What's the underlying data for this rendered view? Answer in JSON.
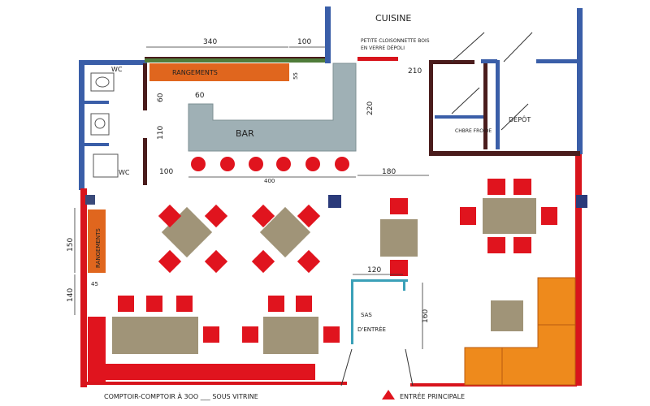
{
  "labels": {
    "cuisine": "CUISINE",
    "petite_cloison": "PETITE CLOISONNETTE BOIS",
    "petite_cloison_2": "EN VERRE DÉPOLI",
    "rangements_top": "RANGEMENTS",
    "rangements_left": "RANGEMENTS",
    "bar": "BAR",
    "wc_top": "WC",
    "wc_bottom": "WC",
    "chambre_froide": "CHBRE FROIDE",
    "depot": "DÉPÔT",
    "sas": "SAS",
    "sas_2": "D'ENTRÉE",
    "entree": "ENTRÉE PRINCIPALE",
    "comptoir": "COMPTOIR-COMPTOIR À 3OO ___ SOUS VITRINE"
  },
  "dimensions": {
    "d340": "340",
    "d100": "100",
    "d60a": "60",
    "d60b": "60",
    "d110": "110",
    "d220": "220",
    "d55": "55",
    "d210": "210",
    "d400": "400",
    "d100b": "100",
    "d180": "180",
    "d150": "150",
    "d140": "140",
    "d45": "45",
    "d120": "120",
    "d160": "160"
  },
  "colors": {
    "wall_blue": "#3a5ea8",
    "wall_red": "#d8141c",
    "wall_dark": "#4a1c1c",
    "chair_red": "#e0141e",
    "table_taupe": "#a09478",
    "bar_grey": "#9fb0b5",
    "rangement_orange": "#e0661e",
    "banquette_orange": "#ee8a1c"
  }
}
